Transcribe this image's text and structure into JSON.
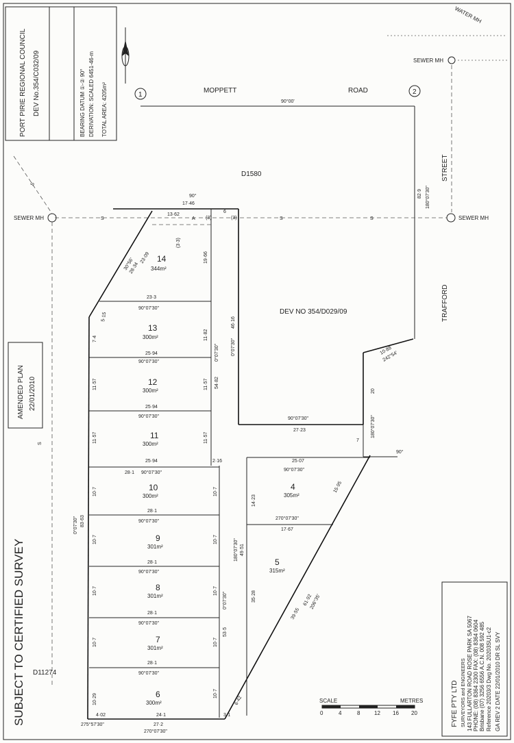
{
  "council": {
    "line1": "PORT PIRIE REGIONAL COUNCIL",
    "line2": "DEV No.354/C032/09"
  },
  "bearing_info": {
    "datum": "BEARING DATUM ①-② 90°",
    "derivation": "DERIVATION: SCALED 6451-46-m",
    "total_area": "TOTAL AREA: 4205m²"
  },
  "roads": {
    "moppett": "MOPPETT",
    "road": "ROAD",
    "street": "STREET",
    "trafford": "TRAFFORD"
  },
  "points": {
    "p1": "1",
    "p2": "2"
  },
  "road_bearing": "90°00'",
  "parcels": {
    "d1580": "D1580",
    "dev": "DEV NO 354/D029/09",
    "d11274": "D11274"
  },
  "services": {
    "water": "WATER MH",
    "sewer_top": "SEWER MH",
    "sewer_left": "SEWER MH",
    "sewer_right": "SEWER MH"
  },
  "easement": {
    "s": "S",
    "a": "A",
    "code3": "(3)"
  },
  "amended": {
    "line1": "AMENDED PLAN",
    "line2": "22/01/2010"
  },
  "subject": "SUBJECT TO CERTIFIED SURVEY",
  "lots": [
    {
      "num": "14",
      "area": "344m²"
    },
    {
      "num": "13",
      "area": "300m²"
    },
    {
      "num": "12",
      "area": "300m²"
    },
    {
      "num": "11",
      "area": "300m²"
    },
    {
      "num": "10",
      "area": "300m²"
    },
    {
      "num": "9",
      "area": "301m²"
    },
    {
      "num": "8",
      "area": "301m²"
    },
    {
      "num": "7",
      "area": "301m²"
    },
    {
      "num": "6",
      "area": "300m²"
    },
    {
      "num": "4",
      "area": "305m²"
    },
    {
      "num": "5",
      "area": "315m²"
    }
  ],
  "dims": {
    "top_90": "90°",
    "top_1746": "17·46",
    "d1362": "13·62",
    "d6": "6",
    "d2309": "23·09",
    "d3056": "30°56'",
    "d2834": "28·34",
    "d1966": "19·66",
    "d233": "23·3",
    "b900730": "90°07'30\"",
    "d515": "5·15",
    "d74": "7·4",
    "d1182": "11·82",
    "d2594": "25·94",
    "b0730": "0°07'30\"",
    "d1157": "11·57",
    "d5482": "54·82",
    "d4616": "46·16",
    "d216": "2·16",
    "d281": "28·1",
    "d107": "10·7",
    "d8363": "83·63",
    "d2507": "25·07",
    "d1423": "14·23",
    "d1595": "15·95",
    "b2700730": "270°07'30\"",
    "d1767": "17·67",
    "b1800730": "180°07'30\"",
    "d4951": "49·51",
    "d3528": "35·28",
    "d3955": "39·55",
    "d6192": "61·92",
    "b20635": "206°35'",
    "d535": "53·5",
    "d1029": "10·29",
    "d402": "4·02",
    "d241": "24·1",
    "d31": "3·1",
    "d642": "6·42",
    "d272": "27·2",
    "b2705730": "275°57'30\"",
    "d2723": "27·23",
    "d7": "7",
    "d20": "20",
    "d1088": "10·88",
    "b24254": "242°54'",
    "d829": "82·9",
    "b90": "90°",
    "d2834b": "(3·3)"
  },
  "scale": {
    "label": "SCALE",
    "unit": "METRES",
    "ticks": [
      "0",
      "4",
      "8",
      "12",
      "16",
      "20"
    ]
  },
  "surveyor": {
    "name": "FYFE PTY LTD",
    "sub": "SURVEYORS and ENGINEERS",
    "addr": "143 FULLARTON ROAD ROSE PARK SA 5067",
    "phone": "PHONE: (08) 8364 2300  FAX: (08) 8364 0604",
    "brisbane": "Brisbane (07) 3256 6556 A.C.N. 008 592 485",
    "ref": "Reference 20203/3  Dwg No. 20203SU1-c2",
    "rev": "GA  REV 2  DATE 22/01/2010  DR SL  SVY"
  }
}
